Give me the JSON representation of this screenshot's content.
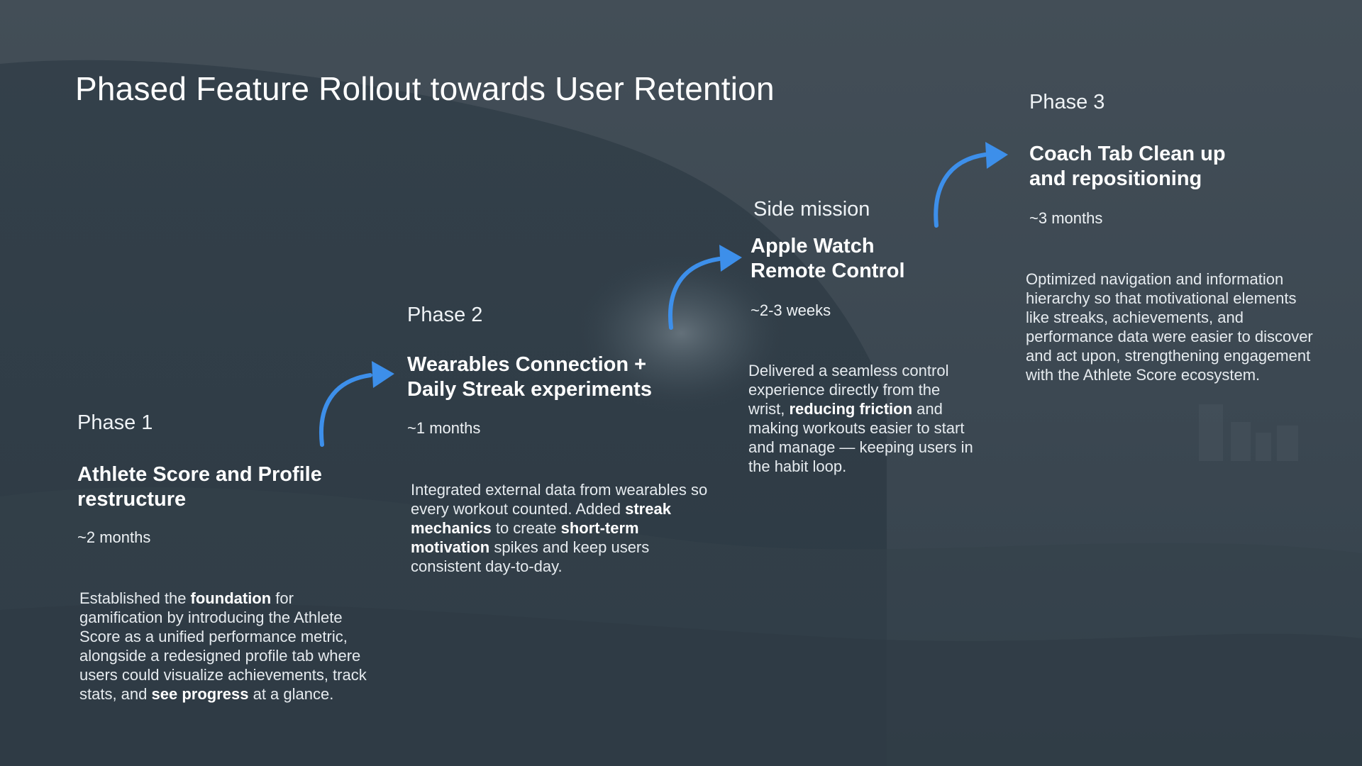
{
  "title": "Phased Feature Rollout towards User Retention",
  "colors": {
    "accent": "#3d8fea",
    "background": "#3a4650"
  },
  "phases": [
    {
      "label": "Phase 1",
      "title_line1": "Athlete Score and Profile",
      "title_line2": "restructure",
      "duration": "~2 months",
      "desc": [
        {
          "t": "Established the "
        },
        {
          "t": "foundation",
          "b": true
        },
        {
          "t": " for gamification by introducing the Athlete Score as a unified performance metric, alongside a redesigned profile tab where users could visualize achievements, track stats, and "
        },
        {
          "t": "see progress",
          "b": true
        },
        {
          "t": " at a glance."
        }
      ]
    },
    {
      "label": "Phase 2",
      "title_line1": "Wearables Connection +",
      "title_line2": "Daily Streak experiments",
      "duration": "~1 months",
      "desc": [
        {
          "t": "Integrated external data from wearables so every workout counted. Added "
        },
        {
          "t": "streak mechanics",
          "b": true
        },
        {
          "t": " to create "
        },
        {
          "t": "short-term motivation",
          "b": true
        },
        {
          "t": " spikes and keep users consistent day-to-day."
        }
      ]
    },
    {
      "label": "Side mission",
      "title_line1": "Apple Watch",
      "title_line2": "Remote Control",
      "duration": "~2-3 weeks",
      "desc": [
        {
          "t": "Delivered a seamless control experience directly from the wrist, "
        },
        {
          "t": "reducing friction",
          "b": true
        },
        {
          "t": " and making workouts easier to start and manage — keeping users in the habit loop."
        }
      ]
    },
    {
      "label": "Phase 3",
      "title_line1": "Coach Tab Clean up",
      "title_line2": "and repositioning",
      "duration": "~3 months",
      "desc": [
        {
          "t": "Optimized navigation and information hierarchy so that motivational elements like streaks, achievements, and performance data were easier to discover and act upon, strengthening engagement with the Athlete Score ecosystem."
        }
      ]
    }
  ]
}
